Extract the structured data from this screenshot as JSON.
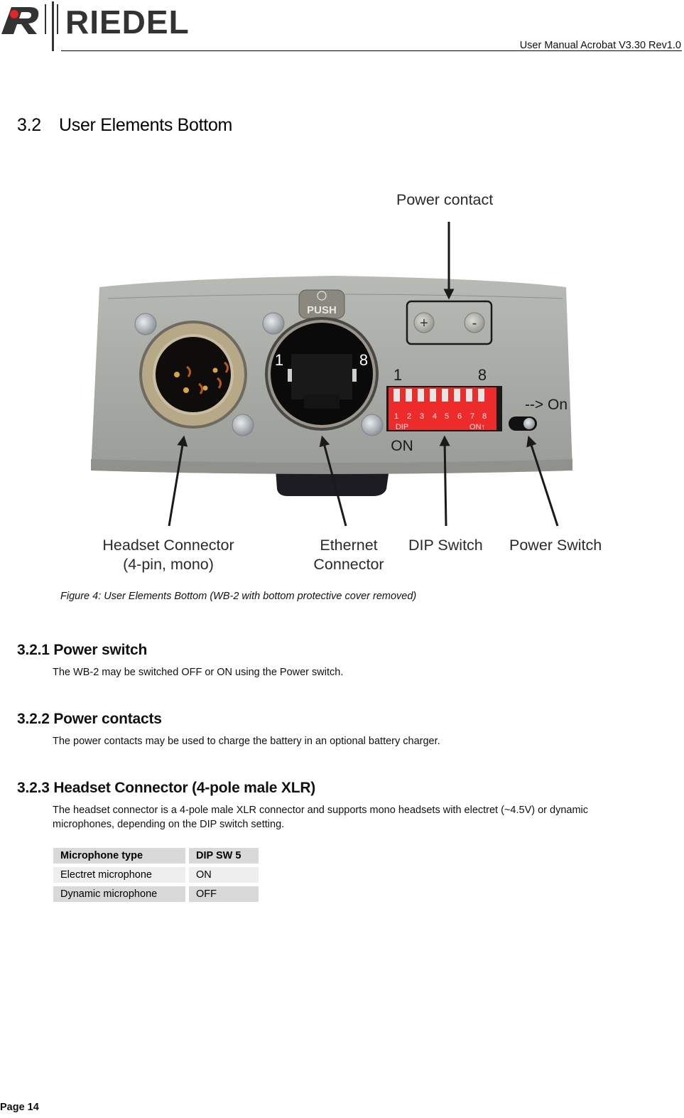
{
  "header": {
    "brand": "RIEDEL",
    "document_title": "User Manual Acrobat V3.30 Rev1.0"
  },
  "section": {
    "number": "3.2",
    "title": "User Elements Bottom"
  },
  "figure": {
    "callouts": {
      "power_contact": "Power contact",
      "headset_connector_line1": "Headset Connector",
      "headset_connector_line2": "(4-pin, mono)",
      "ethernet_connector_line1": "Ethernet",
      "ethernet_connector_line2": "Connector",
      "dip_switch": "DIP Switch",
      "power_switch": "Power Switch",
      "on_arrow": "--> On",
      "dip_on": "ON",
      "dip_first": "1",
      "dip_last": "8",
      "rj45_first": "1",
      "rj45_last": "8",
      "push": "PUSH",
      "plus": "+",
      "minus": "-",
      "dip_body_label": "DIP",
      "dip_body_on": "ON↑",
      "dip_numbers": [
        "1",
        "2",
        "3",
        "4",
        "5",
        "6",
        "7",
        "8"
      ]
    },
    "caption": "Figure 4: User Elements Bottom (WB-2 with bottom protective cover removed)",
    "colors": {
      "housing": "#a7aaa4",
      "dip_red": "#ee2b2b",
      "xlr_ring": "#b9a98a"
    }
  },
  "subsections": [
    {
      "heading": "3.2.1 Power switch",
      "body": "The WB-2 may be switched OFF or ON using the Power switch."
    },
    {
      "heading": "3.2.2 Power contacts",
      "body": "The power contacts may be used to charge the battery in an optional battery charger."
    },
    {
      "heading": "3.2.3 Headset Connector (4-pole male XLR)",
      "body": "The headset connector is a 4-pole male XLR connector and supports mono headsets with electret (~4.5V) or dynamic microphones, depending on the DIP switch setting."
    }
  ],
  "mic_table": {
    "columns": [
      "Microphone type",
      "DIP SW 5"
    ],
    "rows": [
      [
        "Electret microphone",
        "ON"
      ],
      [
        "Dynamic microphone",
        "OFF"
      ]
    ]
  },
  "footer": {
    "page": "Page 14"
  }
}
